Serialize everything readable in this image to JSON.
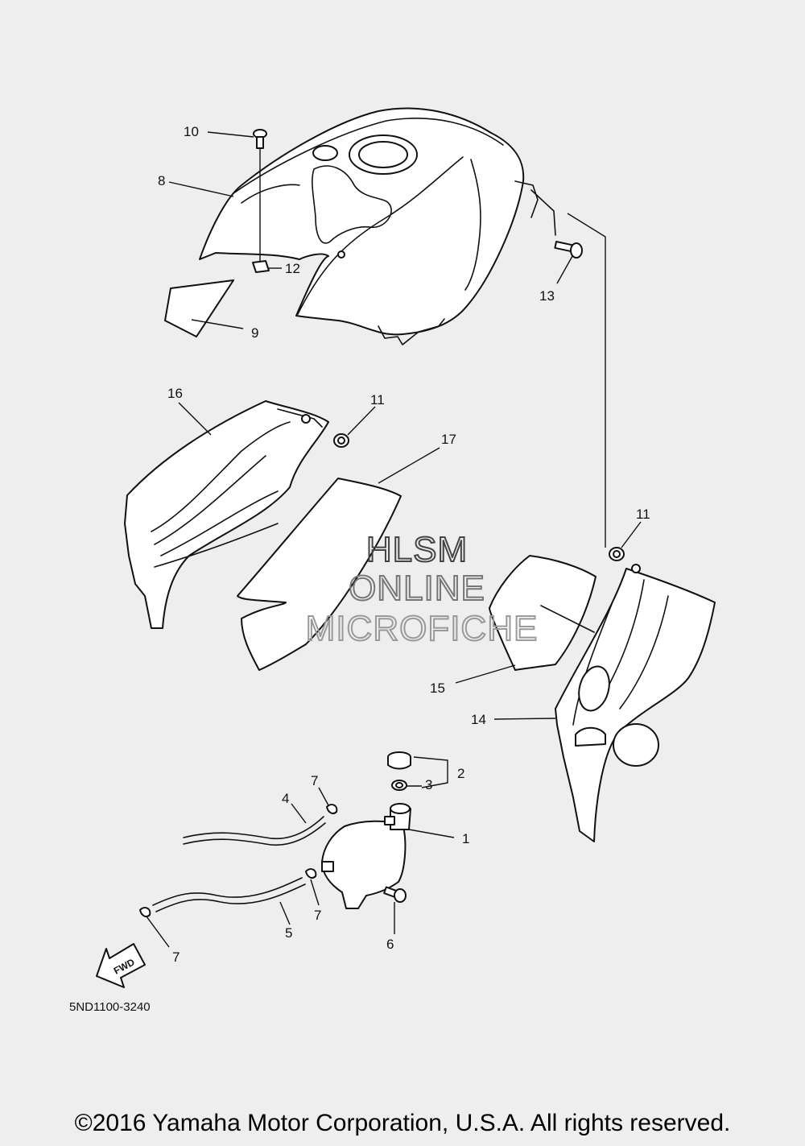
{
  "diagram_code": "5ND1100-3240",
  "watermark": {
    "line1": "HLSM",
    "line2": "ONLINE",
    "line3": "MICROFICHE"
  },
  "fwd_label": "FWD",
  "callouts": {
    "c1": "1",
    "c2": "2",
    "c3": "3",
    "c4": "4",
    "c5": "5",
    "c6": "6",
    "c7a": "7",
    "c7b": "7",
    "c7c": "7",
    "c8": "8",
    "c9": "9",
    "c10": "10",
    "c11a": "11",
    "c11b": "11",
    "c12": "12",
    "c13": "13",
    "c14": "14",
    "c15": "15",
    "c16": "16",
    "c17": "17"
  },
  "copyright": "©2016 Yamaha Motor Corporation, U.S.A. All rights reserved."
}
